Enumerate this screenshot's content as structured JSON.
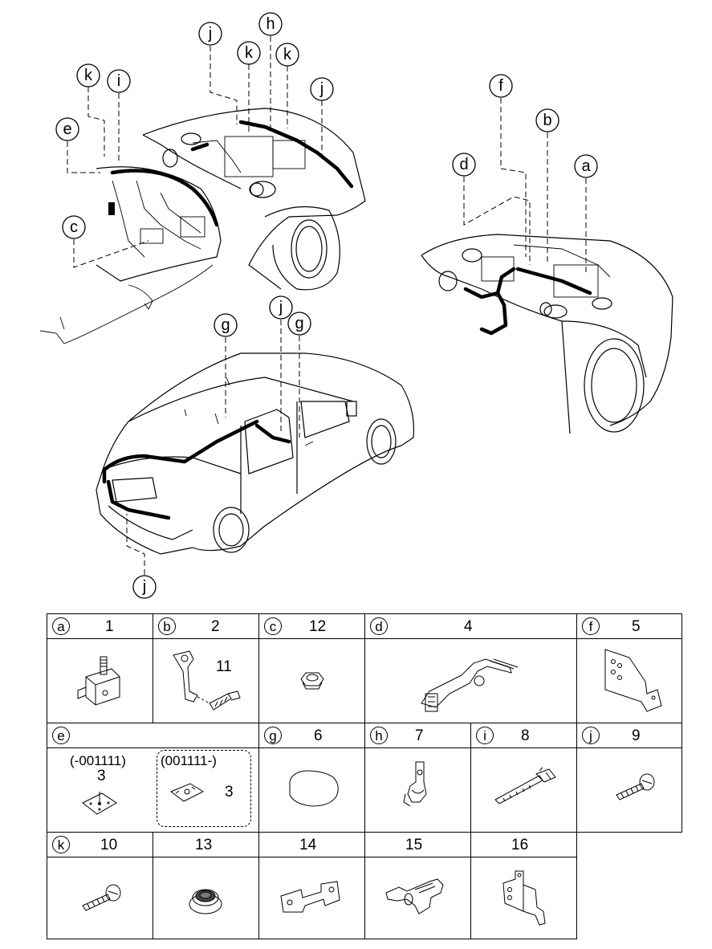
{
  "callouts": {
    "main_top": [
      "j",
      "k",
      "h",
      "k",
      "j",
      "k",
      "i",
      "e",
      "c"
    ],
    "right": [
      "f",
      "b",
      "d",
      "a"
    ],
    "bottom": [
      "g",
      "j",
      "g",
      "j"
    ]
  },
  "table": {
    "row1": [
      {
        "letter": "a",
        "number": "1"
      },
      {
        "letter": "b",
        "number": "2",
        "extra": "11"
      },
      {
        "letter": "c",
        "number": "12"
      },
      {
        "letter": "d",
        "number": "4"
      },
      {
        "letter": "f",
        "number": "5"
      }
    ],
    "row2": {
      "e": {
        "letter": "e",
        "left_code": "(-001111)",
        "left_num": "3",
        "right_code": "(001111-)",
        "right_num": "3"
      },
      "cells": [
        {
          "letter": "g",
          "number": "6"
        },
        {
          "letter": "h",
          "number": "7"
        },
        {
          "letter": "i",
          "number": "8"
        },
        {
          "letter": "j",
          "number": "9"
        }
      ]
    },
    "row3": [
      {
        "letter": "k",
        "number": "10"
      },
      {
        "number": "13"
      },
      {
        "number": "14"
      },
      {
        "number": "15"
      },
      {
        "number": "16"
      }
    ]
  }
}
